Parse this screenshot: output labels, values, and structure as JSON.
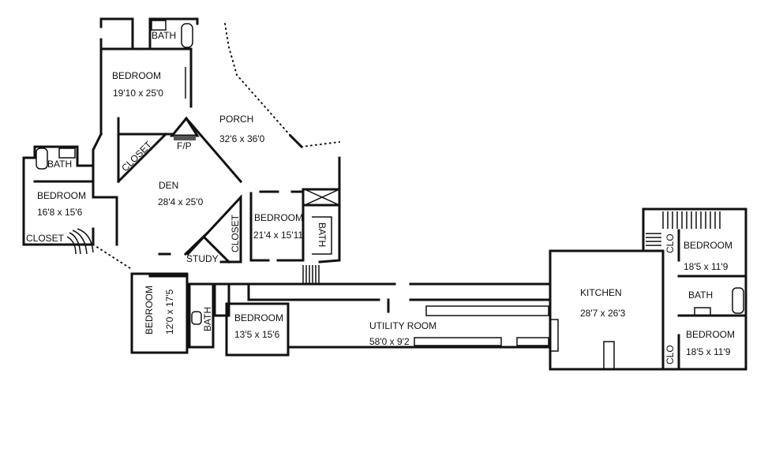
{
  "rooms": {
    "bedroom_top": {
      "name": "BEDROOM",
      "dims": "19'10 x 25'0"
    },
    "bath_top": {
      "name": "BATH"
    },
    "porch": {
      "name": "PORCH",
      "dims": "32'6 x 36'0"
    },
    "fp": {
      "name": "F/P"
    },
    "closet_den": {
      "name": "CLOSET"
    },
    "bath_left": {
      "name": "BATH"
    },
    "bedroom_left": {
      "name": "BEDROOM",
      "dims": "16'8 x 15'6"
    },
    "closet_left": {
      "name": "CLOSET"
    },
    "den": {
      "name": "DEN",
      "dims": "28'4 x 25'0"
    },
    "bedroom_mid": {
      "name": "BEDROOM",
      "dims": "21'4 x 15'11"
    },
    "closet_mid": {
      "name": "CLOSET"
    },
    "bath_mid": {
      "name": "BATH"
    },
    "study": {
      "name": "STUDY"
    },
    "bedroom_sw": {
      "name": "BEDROOM",
      "dims": "12'0 x 17'5"
    },
    "bath_sw": {
      "name": "BATH"
    },
    "bedroom_lower": {
      "name": "BEDROOM",
      "dims": "13'5 x 15'6"
    },
    "utility": {
      "name": "UTILITY ROOM",
      "dims": "58'0 x 9'2"
    },
    "kitchen": {
      "name": "KITCHEN",
      "dims": "28'7 x 26'3"
    },
    "clo_upper": {
      "name": "CLO"
    },
    "bedroom_ne": {
      "name": "BEDROOM",
      "dims": "18'5 x 11'9"
    },
    "bath_e": {
      "name": "BATH"
    },
    "bedroom_se": {
      "name": "BEDROOM",
      "dims": "18'5 x 11'9"
    },
    "clo_lower": {
      "name": "CLO"
    }
  }
}
